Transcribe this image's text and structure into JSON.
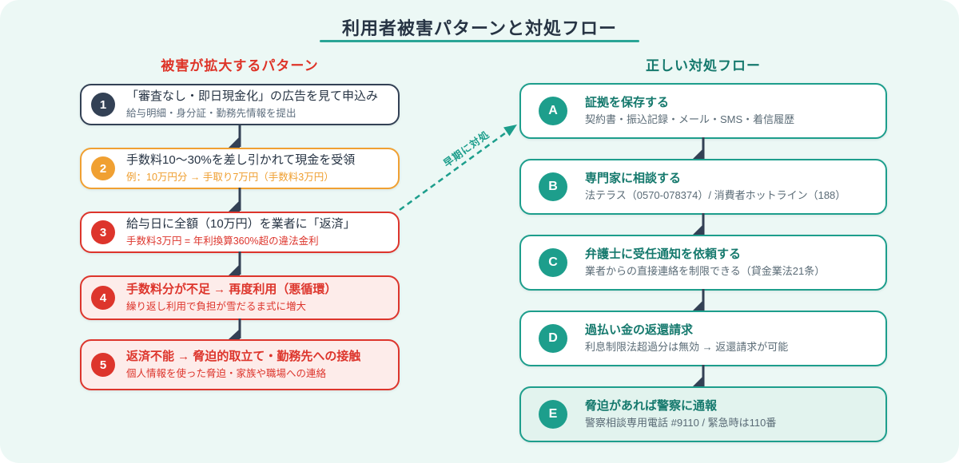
{
  "title": "利用者被害パターンと対処フロー",
  "left_column": {
    "header": "被害が拡大するパターン",
    "steps": [
      {
        "badge": "1",
        "variant": "dark",
        "title": "「審査なし・即日現金化」の広告を見て申込み",
        "subtitle": "給与明細・身分証・勤務先情報を提出"
      },
      {
        "badge": "2",
        "variant": "orange",
        "title": "手数料10〜30%を差し引かれて現金を受領",
        "subtitle": "例：10万円分 → 手取り7万円（手数料3万円）"
      },
      {
        "badge": "3",
        "variant": "red",
        "title": "給与日に全額（10万円）を業者に「返済」",
        "subtitle": "手数料3万円 = 年利換算360%超の違法金利"
      },
      {
        "badge": "4",
        "variant": "red-filled",
        "title": "手数料分が不足 → 再度利用（悪循環）",
        "subtitle": "繰り返し利用で負担が雪だるま式に増大"
      },
      {
        "badge": "5",
        "variant": "red-filled",
        "title": "返済不能 → 脅迫的取立て・勤務先への接触",
        "subtitle": "個人情報を使った脅迫・家族や職場への連絡"
      }
    ]
  },
  "right_column": {
    "header": "正しい対処フロー",
    "steps": [
      {
        "badge": "A",
        "variant": "teal",
        "title": "証拠を保存する",
        "subtitle": "契約書・振込記録・メール・SMS・着信履歴"
      },
      {
        "badge": "B",
        "variant": "teal",
        "title": "専門家に相談する",
        "subtitle": "法テラス（0570-078374）/ 消費者ホットライン（188）"
      },
      {
        "badge": "C",
        "variant": "teal",
        "title": "弁護士に受任通知を依頼する",
        "subtitle": "業者からの直接連絡を制限できる（貸金業法21条）"
      },
      {
        "badge": "D",
        "variant": "teal",
        "title": "過払い金の返還請求",
        "subtitle": "利息制限法超過分は無効 → 返還請求が可能"
      },
      {
        "badge": "E",
        "variant": "teal-filled",
        "title": "脅迫があれば警察に通報",
        "subtitle": "警察相談専用電話 #9110 / 緊急時は110番"
      }
    ]
  },
  "cross_arrow": {
    "label": "早期に対処"
  },
  "colors": {
    "background": "#ecf8f5",
    "dark_slate": "#334155",
    "title_text": "#273444",
    "red": "#dd352c",
    "red_light_bg": "#fdecea",
    "orange": "#f0a032",
    "teal": "#1d9e8c",
    "teal_dark": "#15796d",
    "teal_underline": "#2aa596",
    "teal_light_bg": "#e2f3ee",
    "gray_text": "#5f6f7f"
  }
}
